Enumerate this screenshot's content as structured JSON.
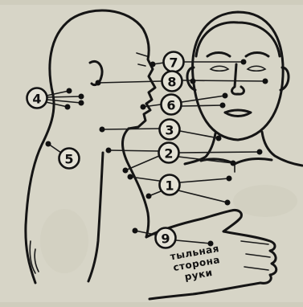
{
  "diagram": {
    "point_labels": {
      "p1": "1",
      "p2": "2",
      "p3": "3",
      "p4": "4",
      "p5": "5",
      "p6": "6",
      "p7": "7",
      "p8": "8",
      "p9": "9"
    },
    "hand_caption": [
      "тыльная",
      "сторона",
      "руки"
    ]
  },
  "colors": {
    "background": "#d7d5c7",
    "ink": "#151515"
  }
}
